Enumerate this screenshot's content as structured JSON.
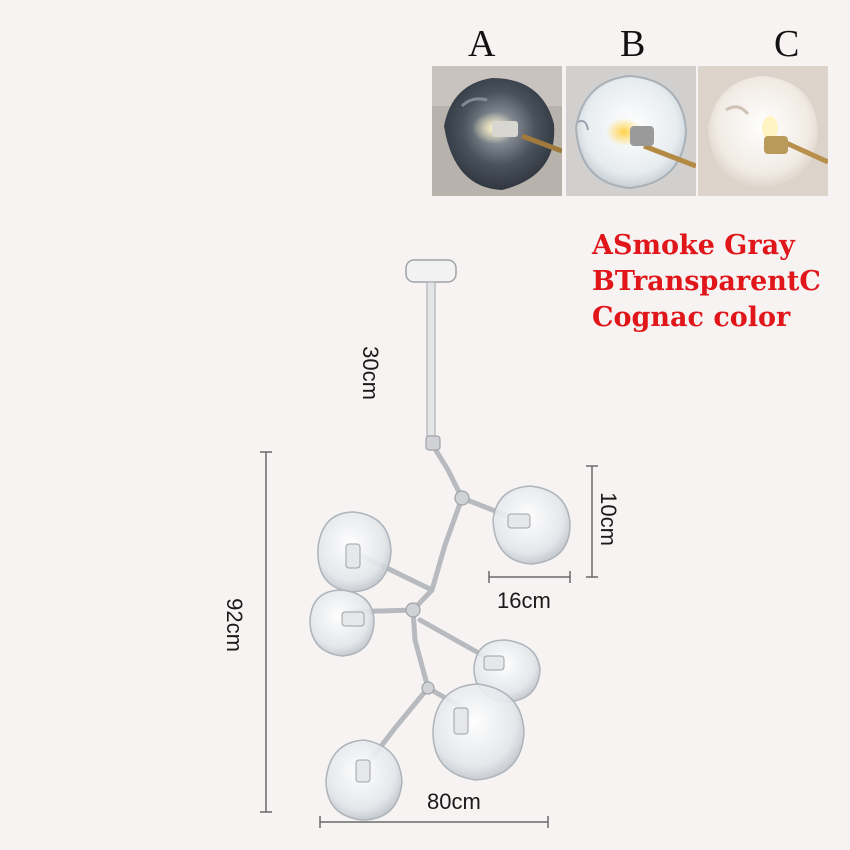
{
  "options": [
    {
      "letter": "A",
      "glass": "smoke gray",
      "color": "#3a434d"
    },
    {
      "letter": "B",
      "glass": "transparent",
      "color": "#e8eef0"
    },
    {
      "letter": "C",
      "glass": "cognac",
      "color": "#efe6dc"
    }
  ],
  "legend": {
    "line1": "ASmoke Gray",
    "line2": "BTransparentC",
    "line3": "Cognac color",
    "color": "#e0161a"
  },
  "dimensions": {
    "rod_length": "30cm",
    "globe_height": "10cm",
    "globe_width": "16cm",
    "total_height": "92cm",
    "total_width": "80cm"
  },
  "colors": {
    "background": "#f6f3f2",
    "frame": "#b9b9bd",
    "glass": "#d9dde2"
  }
}
